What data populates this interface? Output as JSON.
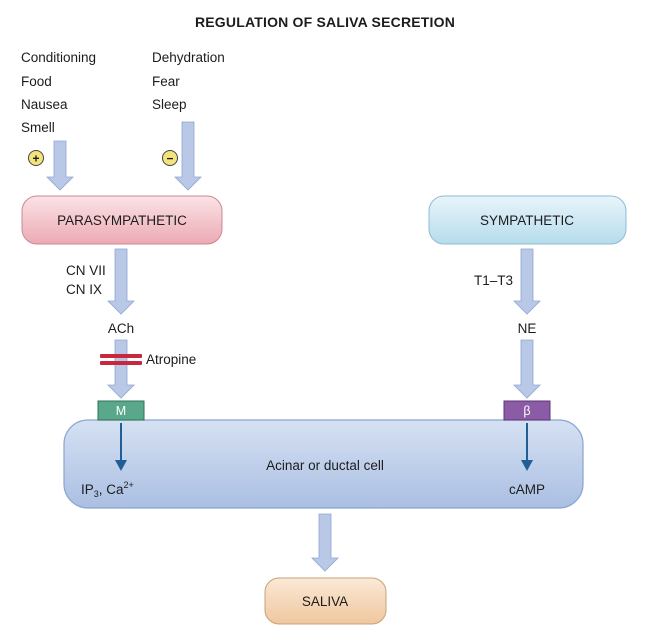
{
  "title": "REGULATION OF SALIVA SECRETION",
  "stimulators": [
    "Conditioning",
    "Food",
    "Nausea",
    "Smell"
  ],
  "inhibitors": [
    "Dehydration",
    "Fear",
    "Sleep"
  ],
  "plus_symbol": "+",
  "minus_symbol": "−",
  "parasympathetic": {
    "label": "PARASYMPATHETIC",
    "nerves": [
      "CN VII",
      "CN IX"
    ],
    "transmitter": "ACh",
    "blocker": "Atropine",
    "receptor": "M",
    "second_messenger_main": "IP",
    "second_messenger_sub": "3",
    "second_messenger_rest": ", Ca",
    "second_messenger_sup": "2+"
  },
  "sympathetic": {
    "label": "SYMPATHETIC",
    "nerves": "T1–T3",
    "transmitter": "NE",
    "receptor": "β",
    "second_messenger": "cAMP"
  },
  "cell": {
    "label": "Acinar or ductal cell"
  },
  "output": {
    "label": "SALIVA"
  },
  "colors": {
    "parasympathetic_fill": "#f4c9cf",
    "sympathetic_fill": "#cfe9f4",
    "cell_fill": "#c4d3ec",
    "saliva_fill": "#f6dcc2",
    "m_receptor": "#5aa88c",
    "beta_receptor": "#8c5ba6",
    "atropine": "#c8283c",
    "arrow_light": "#b8c8e6",
    "arrow_dark": "#1f5f96",
    "symbol_fill": "#f3e37c"
  }
}
